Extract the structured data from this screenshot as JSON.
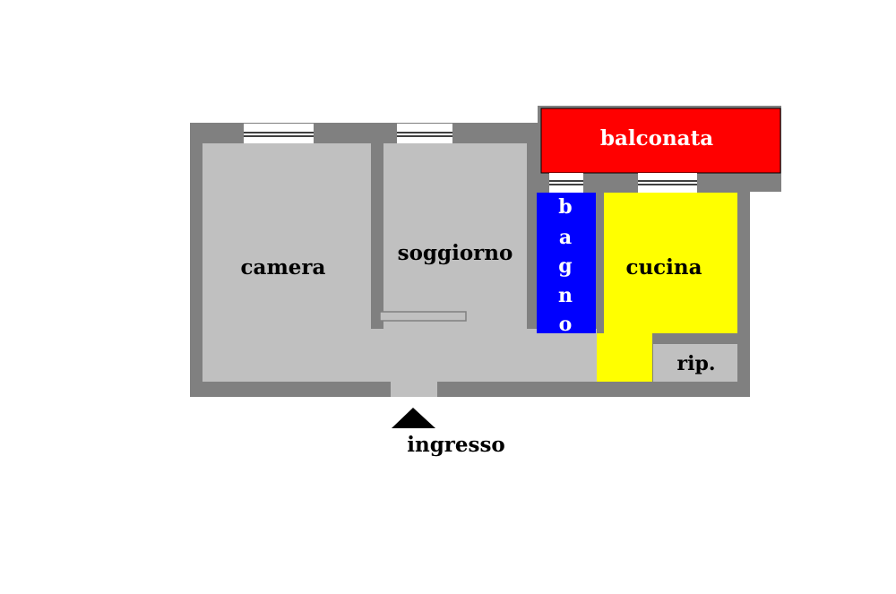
{
  "rooms": {
    "camera": "camera",
    "soggiorno": "soggiorno",
    "bagno_letters": [
      "b",
      "a",
      "g",
      "n",
      "o"
    ],
    "cucina": "cucina",
    "ripostiglio": "rip.",
    "balcony": "balconata"
  },
  "entrance": {
    "label": "ingresso"
  },
  "colors": {
    "wall": "#808080",
    "floor": "#c0c0c0",
    "balcony": "#ff0000",
    "bathroom": "#0000ff",
    "kitchen": "#ffff00",
    "window": "#ffffff",
    "text_dark": "#000000",
    "text_light": "#ffffff"
  }
}
